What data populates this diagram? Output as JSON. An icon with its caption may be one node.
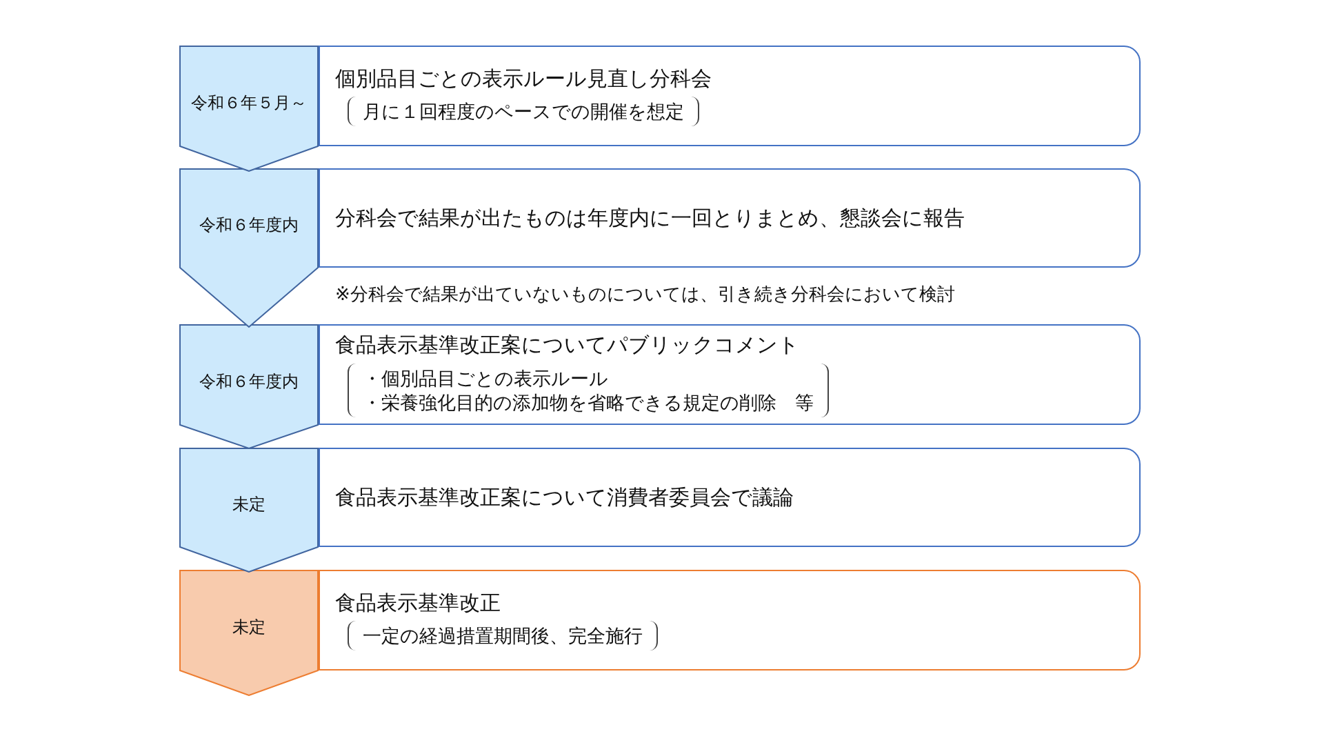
{
  "diagram": {
    "nodes": [
      {
        "text": [
          "令和６年５月～"
        ]
      },
      {
        "text": [
          "個別品目ごとの表示ルール見直し分科会",
          "月に１回程度のペースでの開催を想定"
        ]
      },
      {
        "text": [
          "令和６年度内"
        ]
      },
      {
        "text": [
          "分科会で結果が出たものは年度内に一回とりまとめ、懇談会に報告"
        ],
        "beside": [
          "※分科会で結果が出ていないものについては、引き続き分科会において検討"
        ]
      },
      {
        "text": [
          "令和６年度内"
        ]
      },
      {
        "text": [
          "食品表示基準改正案についてパブリックコメント",
          "・個別品目ごとの表示ルール",
          "・栄養強化目的の添加物を省略できる規定の削除　等"
        ]
      },
      {
        "text": [
          "未定"
        ]
      },
      {
        "text": [
          "食品表示基準改正案について消費者委員会で議論"
        ]
      },
      {
        "text": [
          "未定"
        ]
      },
      {
        "text": [
          "食品表示基準改正",
          "一定の経過措置期間後、完全施行"
        ]
      }
    ]
  }
}
